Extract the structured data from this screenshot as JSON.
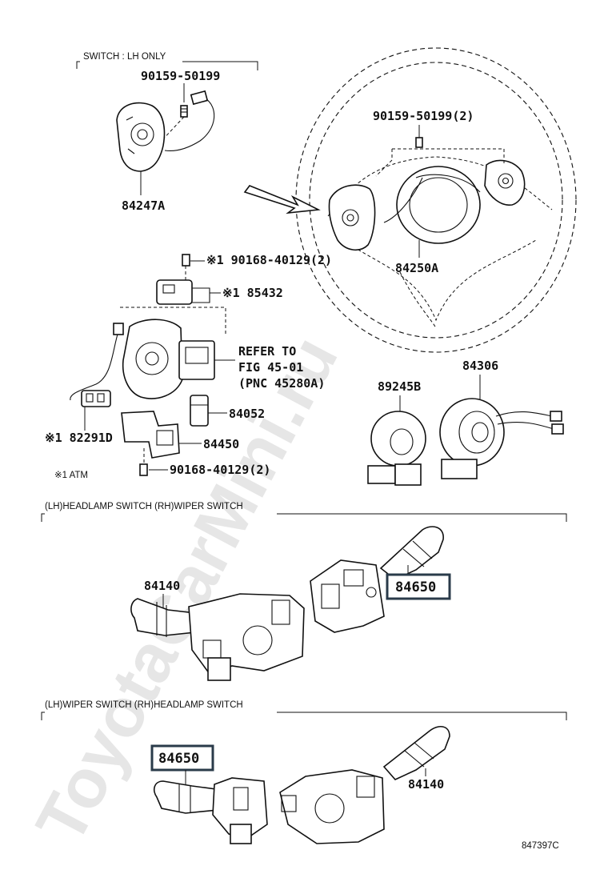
{
  "header_top": "SWITCH : LH ONLY",
  "section_headlamp_left": "(LH)HEADLAMP SWITCH  (RH)WIPER SWITCH",
  "section_wiper_left": "(LH)WIPER SWITCH  (RH)HEADLAMP SWITCH",
  "labels": {
    "p90159_a": "90159-50199",
    "p84247A": "84247A",
    "p90159_b": "90159-50199(2)",
    "p84250A": "84250A",
    "p90168_a": "※1 90168-40129(2)",
    "p85432": "※1 85432",
    "refer1": "REFER TO",
    "refer2": "FIG 45-01",
    "refer3": "(PNC 45280A)",
    "p89245B": "89245B",
    "p84306": "84306",
    "p84052": "84052",
    "p82291D": "※1 82291D",
    "p84450": "84450",
    "p90168_b": "90168-40129(2)",
    "note_atm": "※1 ATM",
    "p84140_a": "84140",
    "p84650_a": "84650",
    "p84650_b": "84650",
    "p84140_b": "84140",
    "figure_code": "847397C"
  },
  "watermark": "ToyotaCarMini.ru",
  "colors": {
    "ink": "#111111",
    "highlight_box": "#2a3b4a",
    "watermark": "#c9c9c9"
  }
}
